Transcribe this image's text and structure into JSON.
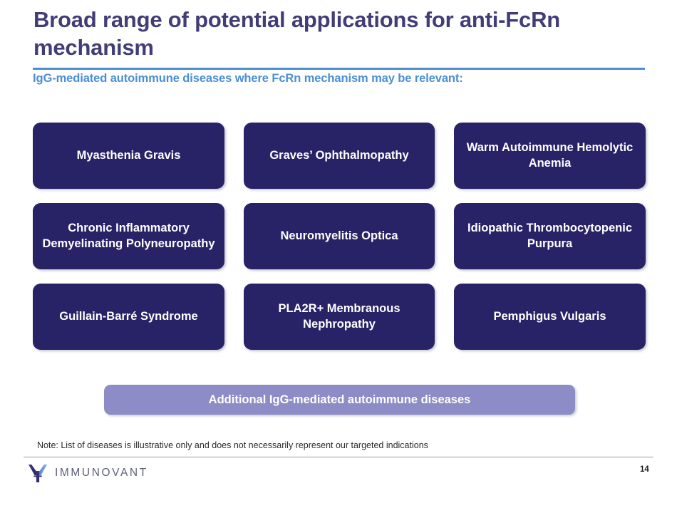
{
  "slide": {
    "title": "Broad range of potential applications for anti-FcRn mechanism",
    "subtitle": "IgG-mediated autoimmune diseases where FcRn mechanism may be relevant:",
    "page_number": "14",
    "footnote": "Note: List of diseases is illustrative only and does not necessarily represent our targeted indications"
  },
  "diseases": [
    {
      "label": "Myasthenia Gravis"
    },
    {
      "label": "Graves’ Ophthalmopathy"
    },
    {
      "label": "Warm Autoimmune Hemolytic Anemia"
    },
    {
      "label": "Chronic Inflammatory Demyelinating Polyneuropathy"
    },
    {
      "label": "Neuromyelitis Optica"
    },
    {
      "label": "Idiopathic Thrombocytopenic Purpura"
    },
    {
      "label": "Guillain-Barré Syndrome"
    },
    {
      "label": "PLA2R+ Membranous Nephropathy"
    },
    {
      "label": "Pemphigus Vulgaris"
    }
  ],
  "additional_bar": {
    "label": "Additional IgG-mediated autoimmune diseases"
  },
  "logo": {
    "wordmark": "IMMUNOVANT",
    "mark_icon": "antibody-y-icon"
  },
  "colors": {
    "title": "#423d77",
    "accent_blue": "#4a8fd4",
    "box_navy": "#282366",
    "bar_purple": "#8e8cc6",
    "rule_gray": "#9a9a9a",
    "logo_word": "#5d5f7e"
  }
}
